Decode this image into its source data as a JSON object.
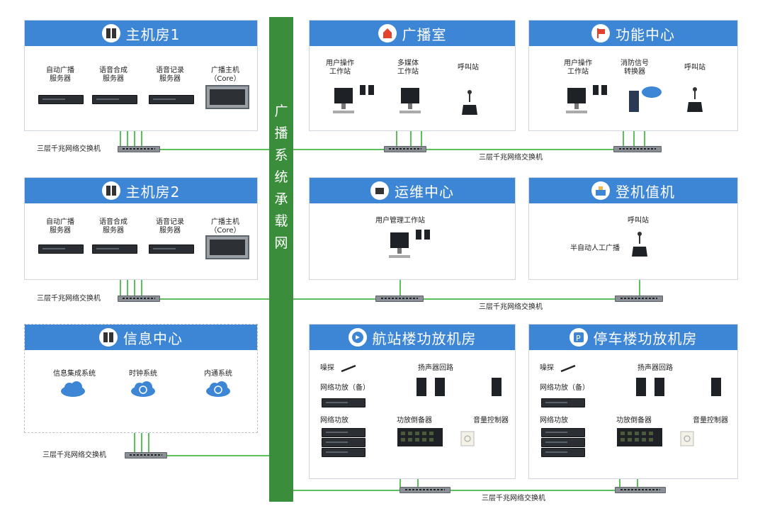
{
  "backbone": {
    "chars": [
      "广",
      "播",
      "系",
      "统",
      "承",
      "载",
      "网"
    ]
  },
  "switch_label": "三层千兆网络交换机",
  "panels": {
    "host1": {
      "title": "主机房1",
      "devices": [
        "自动广播\n服务器",
        "语音合成\n服务器",
        "语音记录\n服务器",
        "广播主机\n（Core）"
      ]
    },
    "host2": {
      "title": "主机房2",
      "devices": [
        "自动广播\n服务器",
        "语音合成\n服务器",
        "语音记录\n服务器",
        "广播主机\n（Core）"
      ]
    },
    "info": {
      "title": "信息中心",
      "items": [
        "信息集成系统",
        "时钟系统",
        "内通系统"
      ]
    },
    "broadcast": {
      "title": "广播室",
      "items": [
        "用户操作\n工作站",
        "多媒体\n工作站",
        "呼叫站"
      ]
    },
    "function": {
      "title": "功能中心",
      "items": [
        "用户操作\n工作站",
        "消防信号\n转换器",
        "呼叫站"
      ]
    },
    "ops": {
      "title": "运维中心",
      "items": [
        "用户管理工作站"
      ]
    },
    "boarding": {
      "title": "登机值机",
      "items": [
        "呼叫站",
        "半自动人工广播"
      ]
    },
    "terminal": {
      "title": "航站楼功放机房",
      "items": {
        "noise": "噪探",
        "amp_backup": "网络功放（备）",
        "amp": "网络功放",
        "spk_loop": "扬声器回路",
        "standby": "功放倒备器",
        "vol": "音量控制器"
      }
    },
    "parking": {
      "title": "停车楼功放机房",
      "items": {
        "noise": "噪探",
        "amp_backup": "网络功放（备）",
        "amp": "网络功放",
        "spk_loop": "扬声器回路",
        "standby": "功放倒备器",
        "vol": "音量控制器"
      }
    }
  },
  "colors": {
    "header": "#3d86d6",
    "backbone": "#3a8d3a",
    "link": "#5cc05c",
    "speaker_wire": "#f0b64a"
  }
}
